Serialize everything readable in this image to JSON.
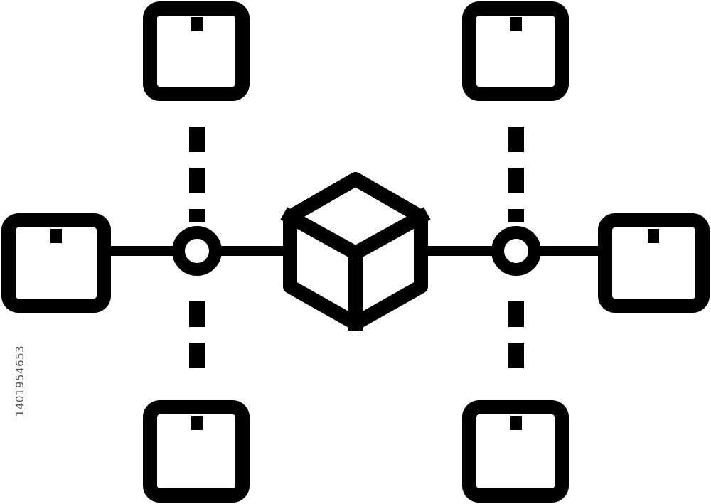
{
  "diagram": {
    "stroke_color": "#000000",
    "background": "#ffffff",
    "central_node": {
      "icon": "cube-icon"
    },
    "junction_nodes": [
      {
        "icon": "circle-node-icon"
      },
      {
        "icon": "circle-node-icon"
      }
    ],
    "package_nodes": [
      {
        "icon": "package-box-icon",
        "role": "top-left"
      },
      {
        "icon": "package-box-icon",
        "role": "top-right"
      },
      {
        "icon": "package-box-icon",
        "role": "left"
      },
      {
        "icon": "package-box-icon",
        "role": "right"
      },
      {
        "icon": "package-box-icon",
        "role": "bottom-left"
      },
      {
        "icon": "package-box-icon",
        "role": "bottom-right"
      }
    ],
    "connector_styles": {
      "horizontal": "solid",
      "vertical": "dashed"
    }
  },
  "stock_id": "1401954653"
}
